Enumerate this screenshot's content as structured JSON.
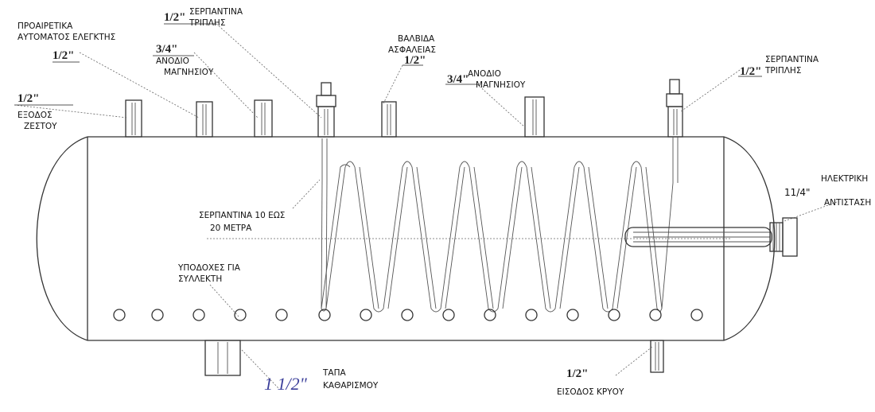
{
  "labels": {
    "controller_opt": [
      "ΠΡΟΑΙΡΕΤΙΚΑ",
      "ΑΥΤΟΜΑΤΟΣ ΕΛΕΓΚΤΗΣ"
    ],
    "controller_size": "1/2\"",
    "hot_out_size": "1/2\"",
    "hot_out": [
      "ΕΞΟΔΟΣ",
      "ΖΕΣΤΟΥ"
    ],
    "anode1_size": "3/4\"",
    "anode1": [
      "ΑΝΟΔΙΟ",
      "ΜΑΓΝΗΣΙΟΥ"
    ],
    "coil_top_size": "1/2\"",
    "coil_top": [
      "ΣΕΡΠΑΝΤΙΝΑ",
      "ΤΡΙΠΛΗΣ"
    ],
    "valve": [
      "ΒΑΛΒΙΔΑ",
      "ΑΣΦΑΛΕΙΑΣ"
    ],
    "valve_size": "1/2\"",
    "anode2_size": "3/4\"",
    "anode2": [
      "ΑΝΟΔΙΟ",
      "ΜΑΓΝΗΣΙΟΥ"
    ],
    "coil_right_size": "1/2\"",
    "coil_right": [
      "ΣΕΡΠΑΝΤΙΝΑ",
      "ΤΡΙΠΛΗΣ"
    ],
    "heater_size": "11/4\"",
    "heater": [
      "ΗΛΕΚΤΡΙΚΗ",
      "ΑΝΤΙΣΤΑΣΗ"
    ],
    "coil_len": [
      "ΣΕΡΠΑΝΤΙΝΑ 10 ΕΩΣ",
      "20 ΜΕΤΡΑ"
    ],
    "collector": [
      "ΥΠΟΔΟΧΕΣ ΓΙΑ",
      "ΣΥΛΛΕΚΤΗ"
    ],
    "drain_size": "1 1/2\"",
    "drain": [
      "ΤΑΠΑ",
      "ΚΑΘΑΡΙΣΜΟΥ"
    ],
    "cold_in_size": "1/2\"",
    "cold_in": "ΕΙΣΟΔΟΣ ΚΡΥΟΥ"
  }
}
